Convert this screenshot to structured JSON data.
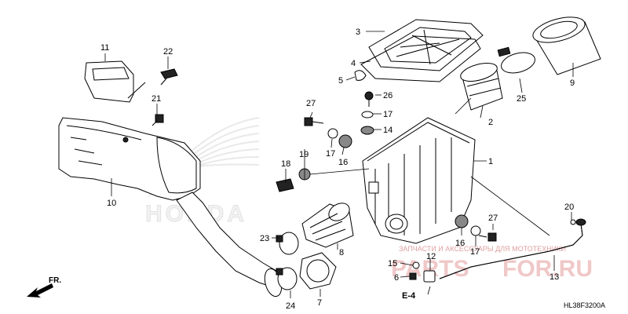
{
  "diagram_code": "HL38F3200A",
  "section_ref": "E-4",
  "direction_label": "FR.",
  "watermark_brand": "HONDA",
  "watermark_shop_line": "ЗАПЧАСТИ И АКСЕССУАРЫ ДЛЯ МОТОТЕХНИКИ",
  "watermark_shop_a": "PARTS",
  "watermark_shop_b": "FOR.RU",
  "parts": [
    "1",
    "2",
    "3",
    "4",
    "5",
    "6",
    "7",
    "8",
    "9",
    "10",
    "11",
    "12",
    "13",
    "14",
    "15",
    "16",
    "16",
    "17",
    "17",
    "17",
    "18",
    "19",
    "20",
    "21",
    "22",
    "23",
    "24",
    "25",
    "26",
    "27",
    "27"
  ]
}
